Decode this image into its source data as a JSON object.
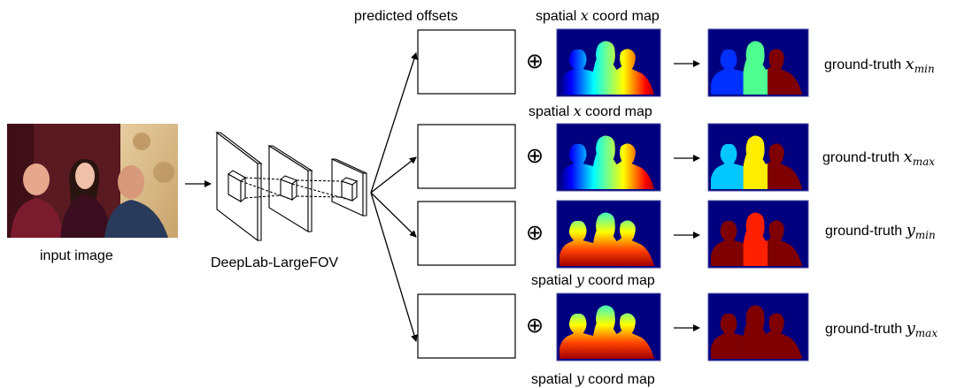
{
  "input_label": "input image",
  "network_label": "DeepLab-LargeFOV",
  "offsets_label": "predicted offsets",
  "plus_symbol": "⊕",
  "coord_prefix": "spatial",
  "coord_suffix": "coord map",
  "gt_prefix": "ground-truth",
  "rows": [
    {
      "coord_var": "x",
      "gt_var": "x",
      "gt_sub": "min"
    },
    {
      "coord_var": "x",
      "gt_var": "x",
      "gt_sub": "max"
    },
    {
      "coord_var": "y",
      "gt_var": "y",
      "gt_sub": "min"
    },
    {
      "coord_var": "y",
      "gt_var": "y",
      "gt_sub": "max"
    }
  ],
  "colors": {
    "background_blue": "#00007f",
    "dark_red": "#7f0000",
    "red": "#ff2000",
    "light_blue": "#00c8ff",
    "blue": "#0030ff",
    "yellow": "#ffee00",
    "green": "#4fff90",
    "maroon_room": "#5a1a22",
    "wallpaper": "#d9b98a"
  }
}
